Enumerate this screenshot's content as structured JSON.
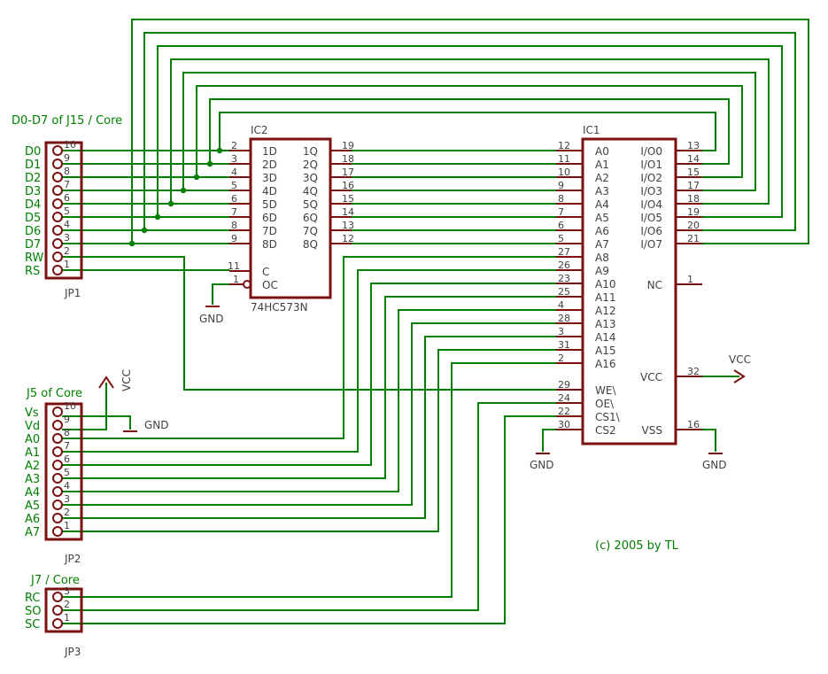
{
  "labels": {
    "jp1_header": "D0-D7 of J15 / Core",
    "jp2_header": "J5 of Core",
    "jp3_header": "J7 / Core",
    "copyright": "(c) 2005 by TL"
  },
  "parts": {
    "ic2_name": "IC2",
    "ic2_value": "74HC573N",
    "ic1_name": "IC1",
    "jp1_name": "JP1",
    "jp2_name": "JP2",
    "jp3_name": "JP3"
  },
  "power": {
    "gnd": "GND",
    "vcc": "VCC"
  },
  "jp1": {
    "signals": [
      "D0",
      "D1",
      "D2",
      "D3",
      "D4",
      "D5",
      "D6",
      "D7",
      "RW",
      "RS"
    ],
    "pins": [
      "10",
      "9",
      "8",
      "7",
      "6",
      "5",
      "4",
      "3",
      "2",
      "1"
    ]
  },
  "jp2": {
    "signals": [
      "Vs",
      "Vd",
      "A0",
      "A1",
      "A2",
      "A3",
      "A4",
      "A5",
      "A6",
      "A7"
    ],
    "pins": [
      "10",
      "9",
      "8",
      "7",
      "6",
      "5",
      "4",
      "3",
      "2",
      "1"
    ]
  },
  "jp3": {
    "signals": [
      "RC",
      "SO",
      "SC"
    ],
    "pins": [
      "3",
      "2",
      "1"
    ]
  },
  "ic2": {
    "left": [
      {
        "name": "1D",
        "pin": "2"
      },
      {
        "name": "2D",
        "pin": "3"
      },
      {
        "name": "3D",
        "pin": "4"
      },
      {
        "name": "4D",
        "pin": "5"
      },
      {
        "name": "5D",
        "pin": "6"
      },
      {
        "name": "6D",
        "pin": "7"
      },
      {
        "name": "7D",
        "pin": "8"
      },
      {
        "name": "8D",
        "pin": "9"
      }
    ],
    "right": [
      {
        "name": "1Q",
        "pin": "19"
      },
      {
        "name": "2Q",
        "pin": "18"
      },
      {
        "name": "3Q",
        "pin": "17"
      },
      {
        "name": "4Q",
        "pin": "16"
      },
      {
        "name": "5Q",
        "pin": "15"
      },
      {
        "name": "6Q",
        "pin": "14"
      },
      {
        "name": "7Q",
        "pin": "13"
      },
      {
        "name": "8Q",
        "pin": "12"
      }
    ],
    "c": {
      "name": "C",
      "pin": "11"
    },
    "oc": {
      "name": "OC",
      "pin": "1"
    }
  },
  "ic1": {
    "left": [
      {
        "name": "A0",
        "pin": "12"
      },
      {
        "name": "A1",
        "pin": "11"
      },
      {
        "name": "A2",
        "pin": "10"
      },
      {
        "name": "A3",
        "pin": "9"
      },
      {
        "name": "A4",
        "pin": "8"
      },
      {
        "name": "A5",
        "pin": "7"
      },
      {
        "name": "A6",
        "pin": "6"
      },
      {
        "name": "A7",
        "pin": "5"
      },
      {
        "name": "A8",
        "pin": "27"
      },
      {
        "name": "A9",
        "pin": "26"
      },
      {
        "name": "A10",
        "pin": "23"
      },
      {
        "name": "A11",
        "pin": "25"
      },
      {
        "name": "A12",
        "pin": "4"
      },
      {
        "name": "A13",
        "pin": "28"
      },
      {
        "name": "A14",
        "pin": "3"
      },
      {
        "name": "A15",
        "pin": "31"
      },
      {
        "name": "A16",
        "pin": "2"
      }
    ],
    "ctrl": [
      {
        "name": "WE\\",
        "pin": "29"
      },
      {
        "name": "OE\\",
        "pin": "24"
      },
      {
        "name": "CS1\\",
        "pin": "22"
      },
      {
        "name": "CS2",
        "pin": "30"
      }
    ],
    "right": [
      {
        "name": "I/O0",
        "pin": "13"
      },
      {
        "name": "I/O1",
        "pin": "14"
      },
      {
        "name": "I/O2",
        "pin": "15"
      },
      {
        "name": "I/O3",
        "pin": "17"
      },
      {
        "name": "I/O4",
        "pin": "18"
      },
      {
        "name": "I/O5",
        "pin": "19"
      },
      {
        "name": "I/O6",
        "pin": "20"
      },
      {
        "name": "I/O7",
        "pin": "21"
      }
    ],
    "nc": {
      "name": "NC",
      "pin": "1"
    },
    "vcc": {
      "name": "VCC",
      "pin": "32"
    },
    "vss": {
      "name": "VSS",
      "pin": "16"
    }
  }
}
